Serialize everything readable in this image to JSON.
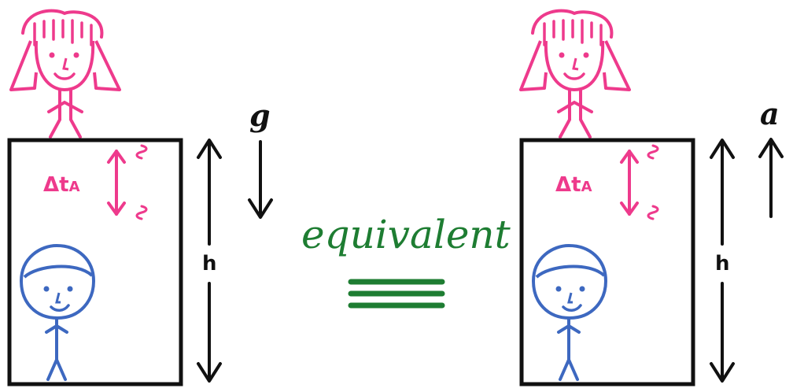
{
  "colors": {
    "pink": "#ee3a8c",
    "blue": "#3d68c0",
    "black": "#111111",
    "green": "#1e7d32"
  },
  "left_scene": {
    "delta_label": "Δt",
    "delta_sub": "A",
    "accel_label": "g",
    "height_label": "h"
  },
  "right_scene": {
    "delta_label": "Δt",
    "delta_sub": "A",
    "accel_label": "a",
    "height_label": "h"
  },
  "center": {
    "word": "equivalent",
    "symbol": "equivalence-sign"
  }
}
